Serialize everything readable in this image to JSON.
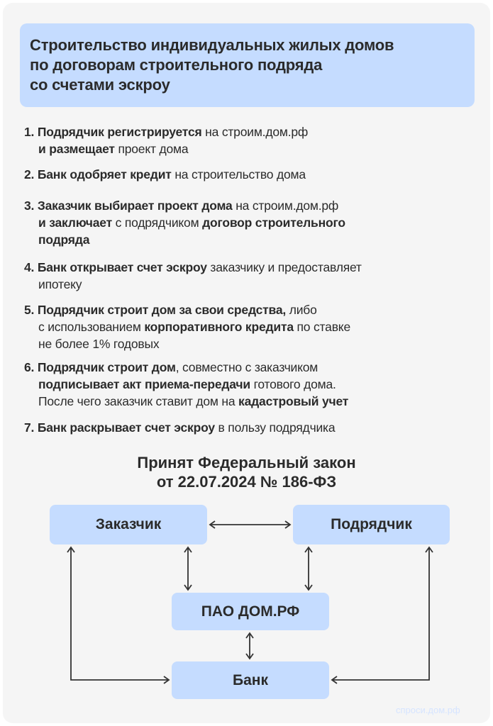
{
  "title_lines": [
    "Строительство индивидуальных жилых домов",
    "по договорам строительного подряда",
    "со счетами эскроу"
  ],
  "steps": [
    {
      "lines": [
        [
          {
            "t": "1. Подрядчик регистрируется",
            "b": true
          },
          {
            "t": " на строим.дом.рф",
            "b": false
          }
        ],
        [
          {
            "t": "и размещает",
            "b": true
          },
          {
            "t": " проект дома",
            "b": false
          }
        ]
      ]
    },
    {
      "lines": [
        [
          {
            "t": "2. Банк одобряет кредит",
            "b": true
          },
          {
            "t": " на строительство дома",
            "b": false
          }
        ]
      ]
    },
    {
      "lines": [
        [
          {
            "t": "3. Заказчик выбирает проект дома",
            "b": true
          },
          {
            "t": " на строим.дом.рф",
            "b": false
          }
        ],
        [
          {
            "t": "и заключает",
            "b": true
          },
          {
            "t": " с подрядчиком ",
            "b": false
          },
          {
            "t": "договор строительного",
            "b": true
          }
        ],
        [
          {
            "t": "подряда",
            "b": true
          }
        ]
      ]
    },
    {
      "lines": [
        [
          {
            "t": "4. Банк открывает счет эскроу",
            "b": true
          },
          {
            "t": " заказчику и предоставляет",
            "b": false
          }
        ],
        [
          {
            "t": "ипотеку",
            "b": false
          }
        ]
      ]
    },
    {
      "lines": [
        [
          {
            "t": "5. Подрядчик строит дом за свои средства,",
            "b": true
          },
          {
            "t": " либо",
            "b": false
          }
        ],
        [
          {
            "t": "с использованием ",
            "b": false
          },
          {
            "t": "корпоративного кредита",
            "b": true
          },
          {
            "t": " по ставке",
            "b": false
          }
        ],
        [
          {
            "t": "не более 1% годовых",
            "b": false
          }
        ]
      ]
    },
    {
      "lines": [
        [
          {
            "t": "6. Подрядчик строит дом",
            "b": true
          },
          {
            "t": ", совместно с заказчиком",
            "b": false
          }
        ],
        [
          {
            "t": "подписывает акт приема-передачи",
            "b": true
          },
          {
            "t": " готового дома.",
            "b": false
          }
        ],
        [
          {
            "t": "После чего заказчик ставит дом на ",
            "b": false
          },
          {
            "t": "кадастровый учет",
            "b": true
          }
        ]
      ]
    },
    {
      "lines": [
        [
          {
            "t": "7. Банк раскрывает счет эскроу",
            "b": true
          },
          {
            "t": " в пользу подрядчика",
            "b": false
          }
        ]
      ]
    }
  ],
  "law": [
    "Принят Федеральный закон",
    "от 22.07.2024 № 186-ФЗ"
  ],
  "diagram": {
    "customer": "Заказчик",
    "contractor": "Подрядчик",
    "domrf": "ПАО ДОМ.РФ",
    "bank": "Банк"
  },
  "watermark": "спроси.дом.рф",
  "colors": {
    "box": "#c5dcff",
    "card": "#f5f5f5",
    "text": "#2b2b2b"
  }
}
